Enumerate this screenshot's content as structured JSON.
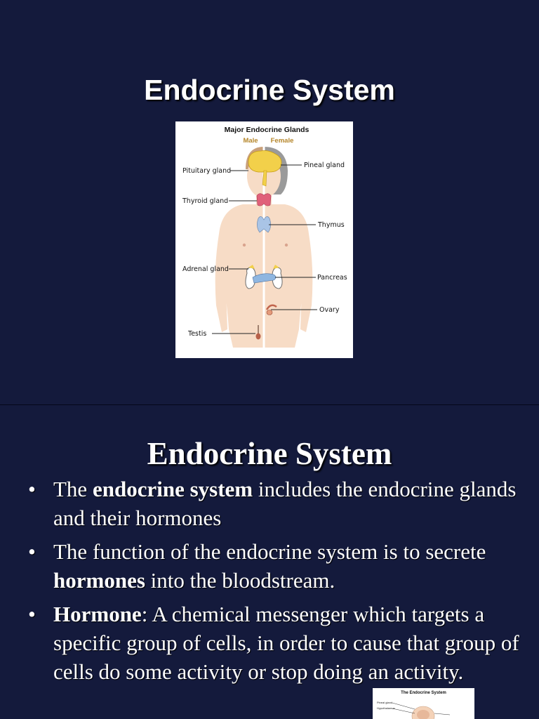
{
  "slide1": {
    "title": "Endocrine System",
    "diagram": {
      "title": "Major Endocrine Glands",
      "male_label": "Male",
      "female_label": "Female",
      "labels": {
        "pituitary": "Pituitary gland",
        "pineal": "Pineal gland",
        "thyroid": "Thyroid gland",
        "thymus": "Thymus",
        "adrenal": "Adrenal gland",
        "pancreas": "Pancreas",
        "ovary": "Ovary",
        "testis": "Testis"
      }
    }
  },
  "slide2": {
    "title": "Endocrine System",
    "bullets": [
      {
        "pre": "The ",
        "bold": "endocrine system",
        "post": " includes the endocrine glands and their hormones"
      },
      {
        "pre": "The function of the endocrine system is to secrete ",
        "bold": "hormones",
        "post": " into the bloodstream."
      },
      {
        "pre": "",
        "bold": "Hormone",
        "post": ": A chemical messenger which targets a specific group of cells, in order to cause that group of cells do some activity or stop doing an activity."
      }
    ],
    "thumbnail": {
      "title": "The Endocrine System",
      "label_left_1": "Pineal gland",
      "label_left_2": "Hypothalamus"
    }
  },
  "colors": {
    "slide_background": "#141a3c",
    "text": "#ffffff",
    "female_label": "#b5862a",
    "brain": "#f2d04a",
    "thyroid": "#e0607a",
    "thymus": "#a9c4e6",
    "skin": "#f7dcc6"
  }
}
